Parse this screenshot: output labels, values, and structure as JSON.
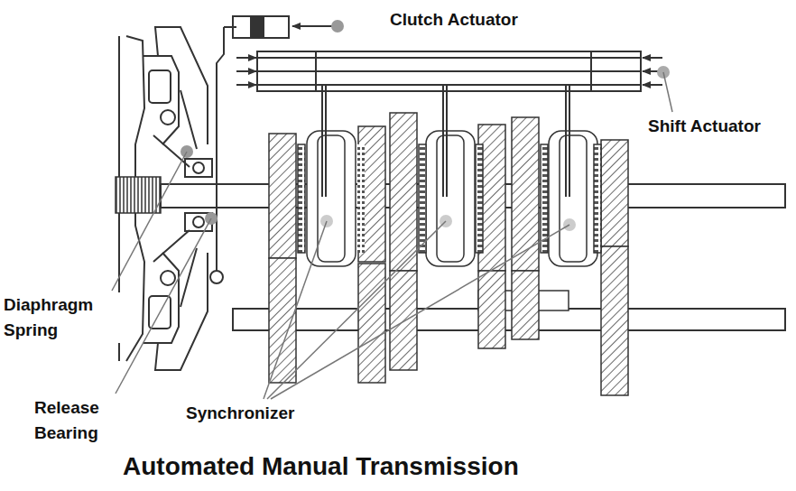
{
  "diagram": {
    "caption": "Automated Manual Transmission",
    "labels": [
      "Clutch Actuator",
      "Shift Actuator",
      "Diaphragm Spring",
      "Release Bearing",
      "Synchronizer"
    ]
  }
}
